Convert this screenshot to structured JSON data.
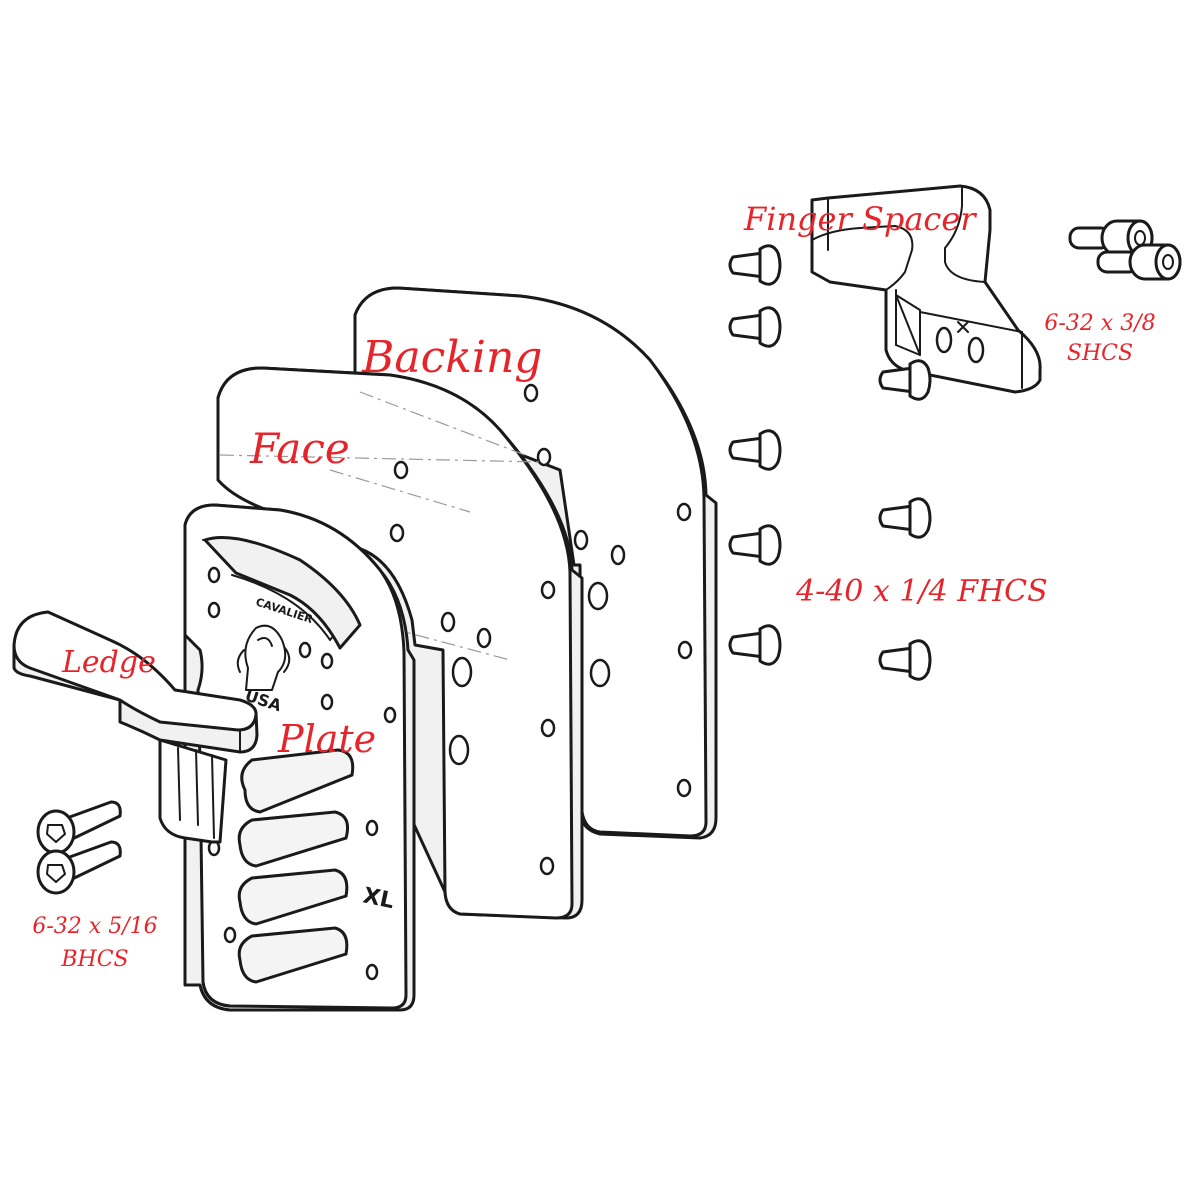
{
  "accent_color": "#e8242b",
  "labels": {
    "finger_spacer": "Finger Spacer",
    "backing": "Backing",
    "face": "Face",
    "ledge": "Ledge",
    "plate": "Plate",
    "fhcs": "4-40 x 1/4 FHCS",
    "shcs_line1": "6-32 x 3/8",
    "shcs_line2": "SHCS",
    "bhcs_line1": "6-32 x 5/16",
    "bhcs_line2": "BHCS"
  },
  "plate_markings": {
    "brand": "CAVALIER",
    "country": "USA",
    "size": "XL"
  },
  "icons": {
    "logo": "knight-chess-piece-icon",
    "fhcs_screw": "flat-head-screw-icon",
    "shcs_screw": "socket-head-cap-screw-icon",
    "bhcs_screw": "button-head-screw-icon"
  }
}
